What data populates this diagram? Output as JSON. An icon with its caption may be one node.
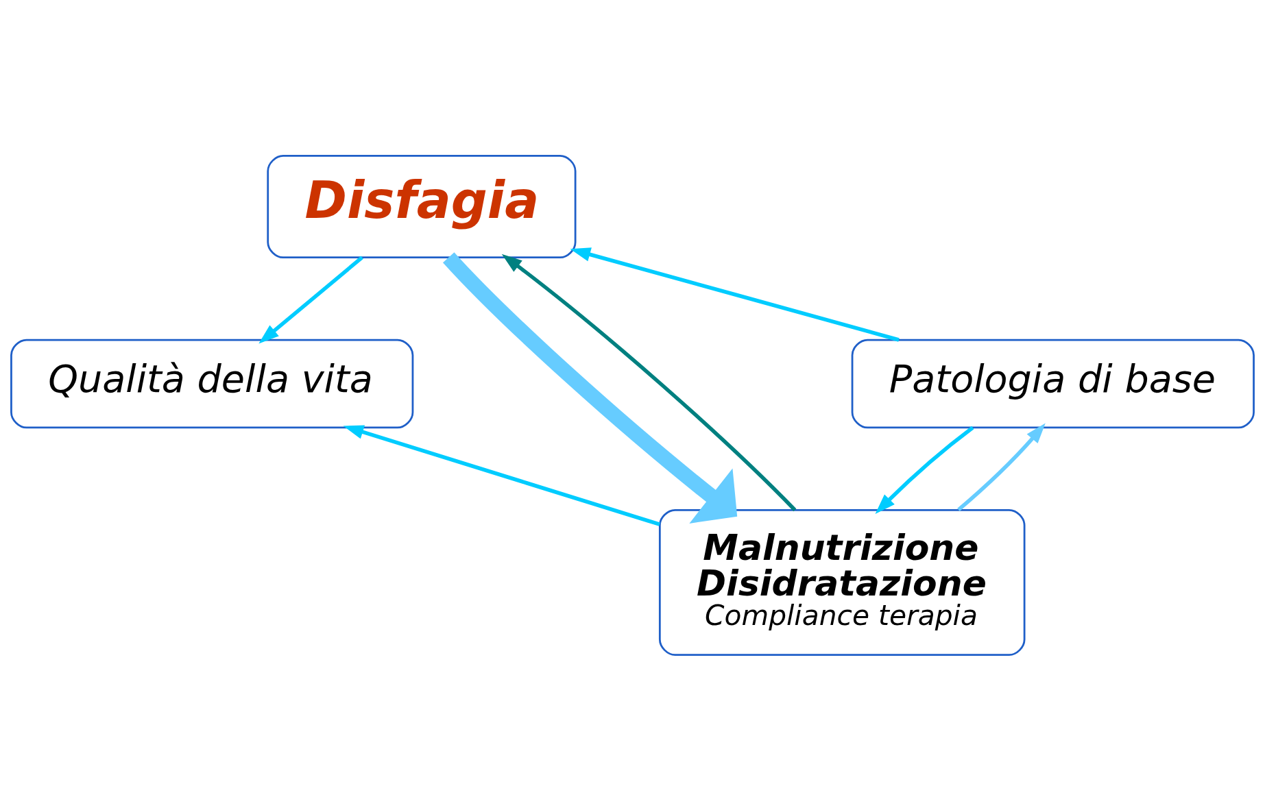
{
  "diagram": {
    "nodes": [
      {
        "text": [
          "Disfagia"
        ]
      },
      {
        "text": [
          "Patologia di base"
        ]
      },
      {
        "text": [
          "Qualità della vita"
        ]
      },
      {
        "text": [
          "Malnutrizione",
          "Disidratazione",
          "Compliance terapia"
        ]
      }
    ],
    "edges": [
      {
        "from": 1,
        "to": 0,
        "arrow": "to"
      },
      {
        "from": 0,
        "to": 2,
        "arrow": "to"
      },
      {
        "from": 0,
        "to": 3,
        "arrow": "to",
        "style": "thick",
        "color": "#66ccff"
      },
      {
        "from": 3,
        "to": 0,
        "arrow": "to",
        "color": "#008080"
      },
      {
        "from": 1,
        "to": 3,
        "arrow": "to"
      },
      {
        "from": 3,
        "to": 1,
        "arrow": "to",
        "color": "#66ccff"
      },
      {
        "from": 3,
        "to": 2,
        "arrow": "to"
      }
    ]
  }
}
